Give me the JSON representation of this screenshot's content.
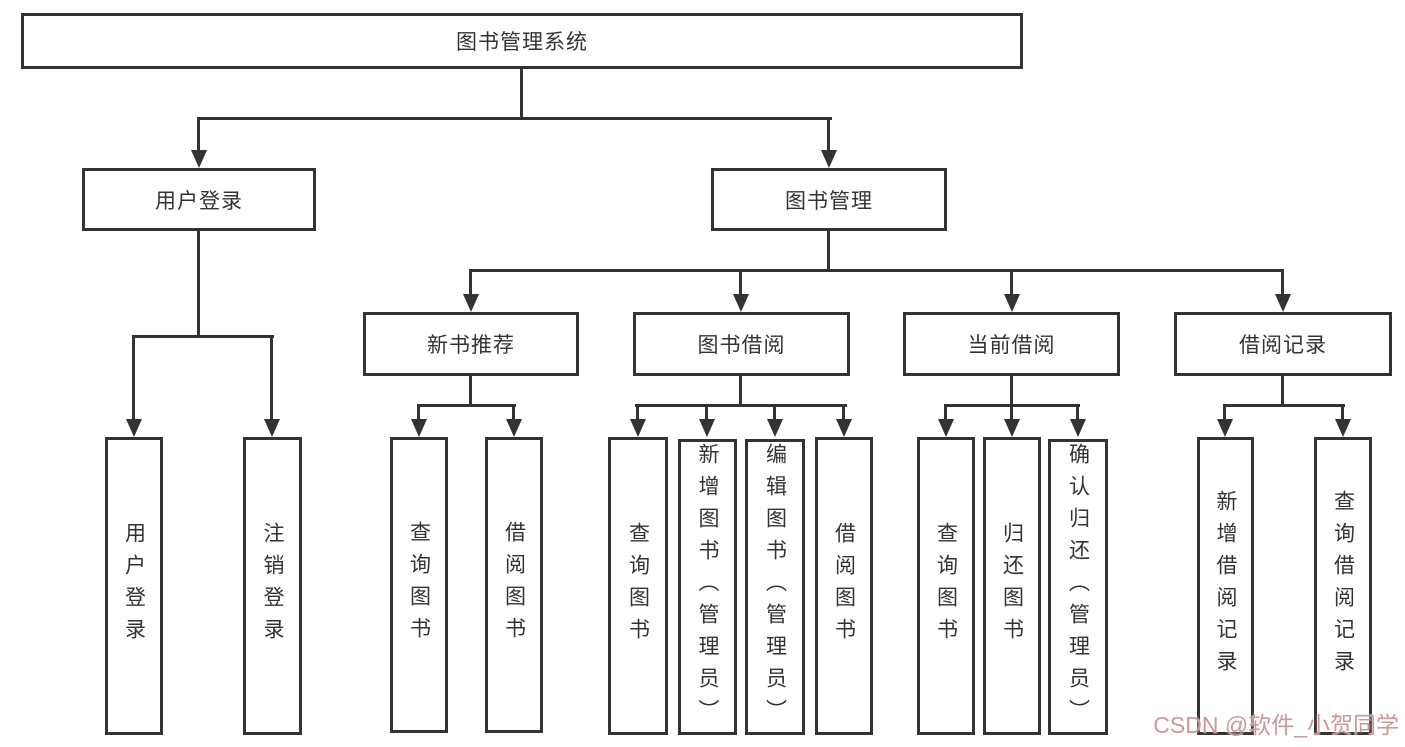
{
  "diagram": {
    "type": "hierarchy-tree",
    "watermark": "CSDN @软件_小贺同学",
    "colors": {
      "line": "#333333",
      "text": "#333333",
      "watermark": "#cc9898",
      "background": "#ffffff"
    },
    "nodes": {
      "root": {
        "label": "图书管理系统"
      },
      "user_login": {
        "label": "用户登录"
      },
      "book_mgmt": {
        "label": "图书管理"
      },
      "new_books": {
        "label": "新书推荐"
      },
      "book_borrow": {
        "label": "图书借阅"
      },
      "current_borrow": {
        "label": "当前借阅"
      },
      "borrow_records": {
        "label": "借阅记录"
      },
      "leaf_user_login": {
        "label": "用户登录"
      },
      "leaf_logout": {
        "label": "注销登录"
      },
      "nb_query": {
        "label": "查询图书"
      },
      "nb_borrow": {
        "label": "借阅图书"
      },
      "bb_query": {
        "label": "查询图书"
      },
      "bb_add": {
        "label": "新增图书（管理员）"
      },
      "bb_edit": {
        "label": "编辑图书（管理员）"
      },
      "bb_borrow": {
        "label": "借阅图书"
      },
      "cb_query": {
        "label": "查询图书"
      },
      "cb_return": {
        "label": "归还图书"
      },
      "cb_confirm": {
        "label": "确认归还（管理员）"
      },
      "br_add": {
        "label": "新增借阅记录"
      },
      "br_query": {
        "label": "查询借阅记录"
      }
    },
    "tree": {
      "root": [
        "user_login",
        "book_mgmt"
      ],
      "user_login": [
        "leaf_user_login",
        "leaf_logout"
      ],
      "book_mgmt": [
        "new_books",
        "book_borrow",
        "current_borrow",
        "borrow_records"
      ],
      "new_books": [
        "nb_query",
        "nb_borrow"
      ],
      "book_borrow": [
        "bb_query",
        "bb_add",
        "bb_edit",
        "bb_borrow"
      ],
      "current_borrow": [
        "cb_query",
        "cb_return",
        "cb_confirm"
      ],
      "borrow_records": [
        "br_add",
        "br_query"
      ]
    }
  }
}
